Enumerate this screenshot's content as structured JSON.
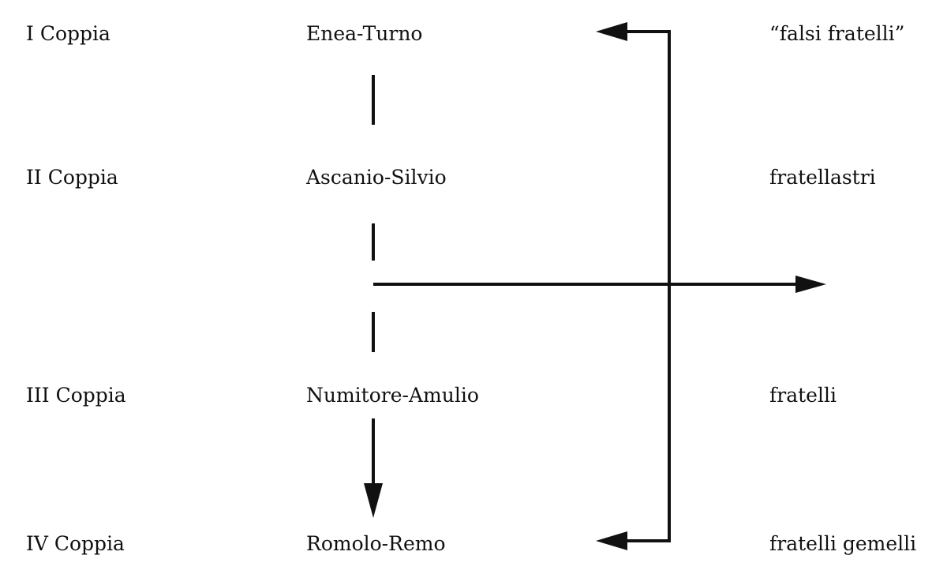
{
  "rows": [
    {
      "label": "I  Coppia",
      "pair": "Enea-Turno",
      "relation": "“falsi fratelli”"
    },
    {
      "label": "II  Coppia",
      "pair": "Ascanio-Silvio",
      "relation": "fratellastri"
    },
    {
      "label": "III Coppia",
      "pair": "Numitore-Amulio",
      "relation": "fratelli"
    },
    {
      "label": "IV Coppia",
      "pair": "Romolo-Remo",
      "relation": "fratelli gemelli"
    }
  ]
}
